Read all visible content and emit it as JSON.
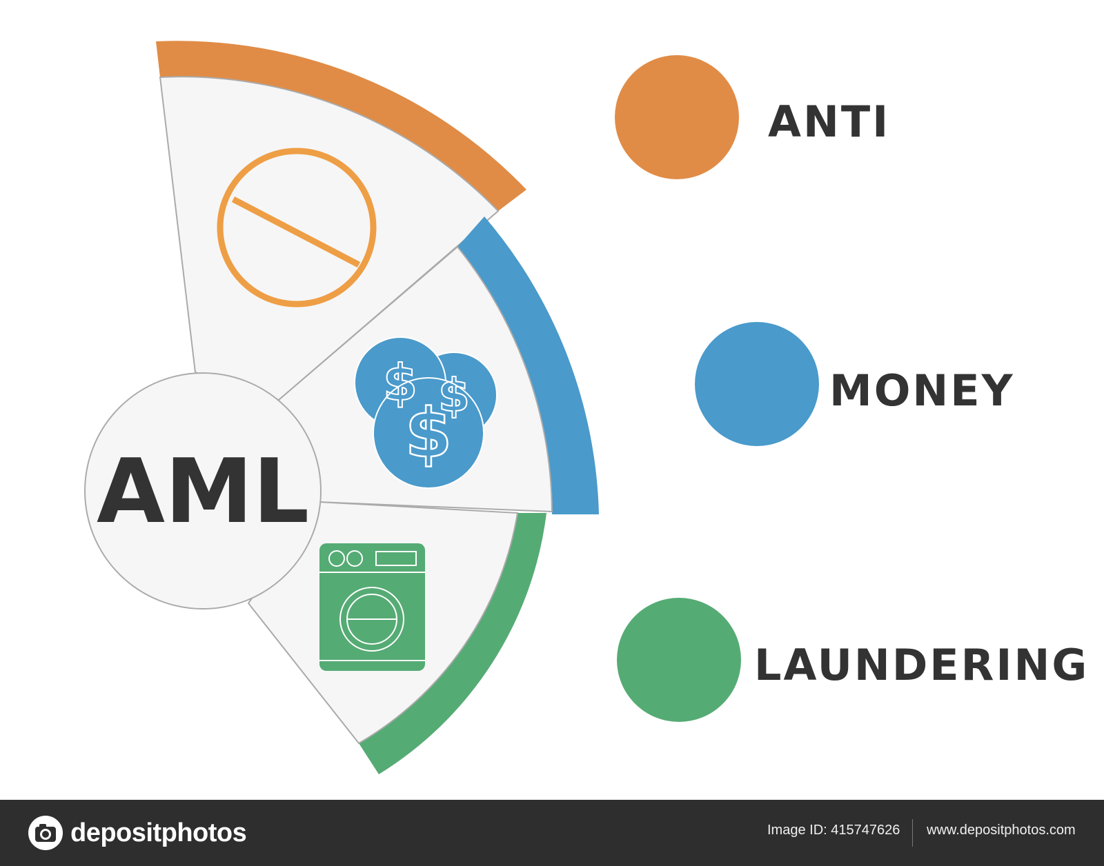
{
  "diagram": {
    "center_label": "AML",
    "items": [
      {
        "key": "anti",
        "label": "ANTI",
        "color": "#e08c46",
        "icon": "prohibited-icon"
      },
      {
        "key": "money",
        "label": "MONEY",
        "color": "#4a9acb",
        "icon": "dollar-coins-icon"
      },
      {
        "key": "laundering",
        "label": "LAUNDERING",
        "color": "#55ab74",
        "icon": "washing-machine-icon"
      }
    ],
    "colors": {
      "segment_fill": "#f6f6f6",
      "outline": "#aaaaaa",
      "text": "#333333",
      "prohibited": "#ee9e45"
    }
  },
  "footer": {
    "brand": "depositphotos",
    "image_id": "Image ID: 415747626",
    "site": "www.depositphotos.com"
  }
}
